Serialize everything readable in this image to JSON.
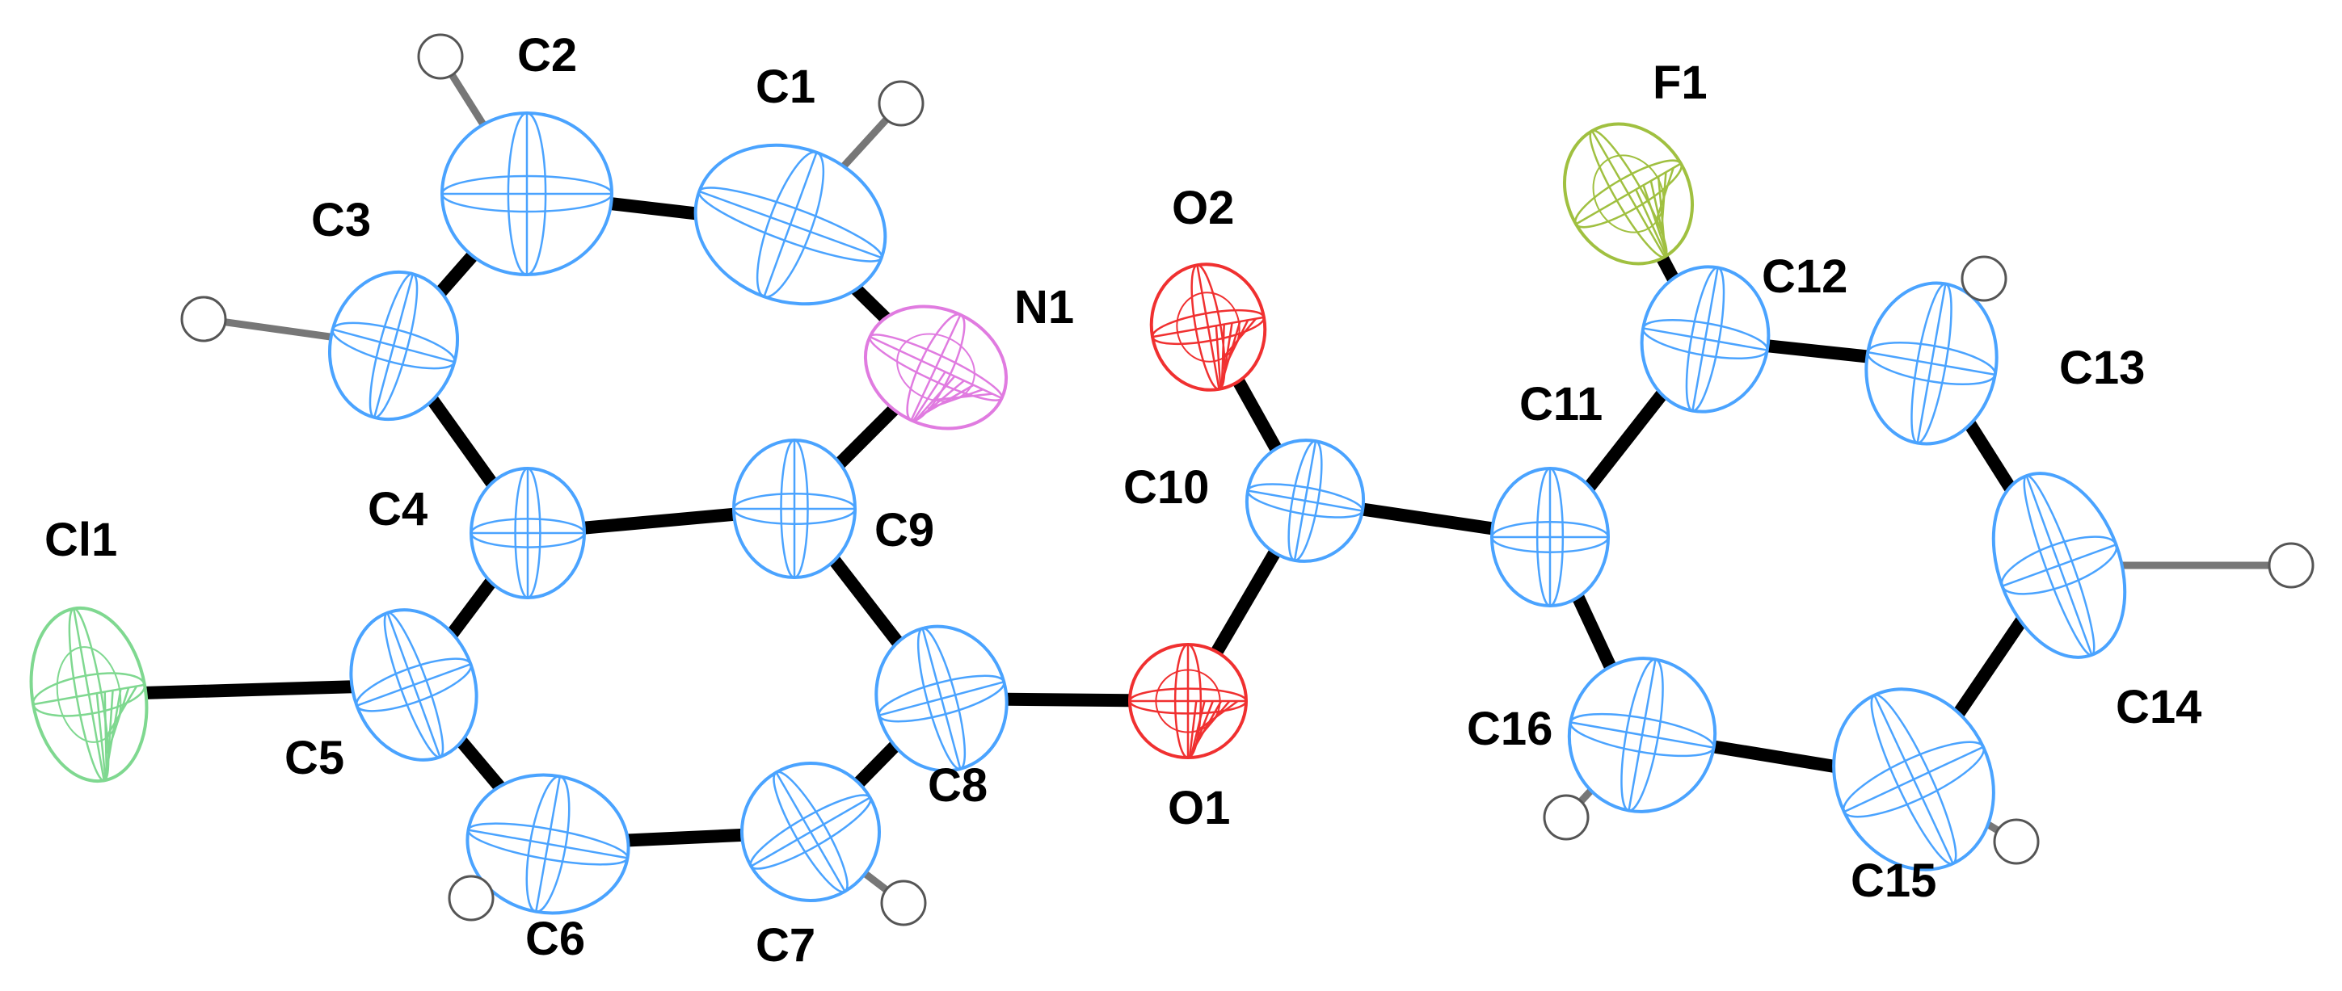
{
  "colors": {
    "carbon": "#4aa3ff",
    "nitrogen": "#e07be0",
    "oxygen": "#f03030",
    "fluorine": "#a0c040",
    "chlorine": "#7fd890",
    "hydrogen": "#ffffff",
    "bond": "#000000",
    "label": "#000000"
  },
  "atoms": [
    {
      "id": "Cl1",
      "label": "Cl1",
      "element": "chlorine"
    },
    {
      "id": "C1",
      "label": "C1",
      "element": "carbon"
    },
    {
      "id": "C2",
      "label": "C2",
      "element": "carbon"
    },
    {
      "id": "C3",
      "label": "C3",
      "element": "carbon"
    },
    {
      "id": "C4",
      "label": "C4",
      "element": "carbon"
    },
    {
      "id": "C5",
      "label": "C5",
      "element": "carbon"
    },
    {
      "id": "C6",
      "label": "C6",
      "element": "carbon"
    },
    {
      "id": "C7",
      "label": "C7",
      "element": "carbon"
    },
    {
      "id": "C8",
      "label": "C8",
      "element": "carbon"
    },
    {
      "id": "C9",
      "label": "C9",
      "element": "carbon"
    },
    {
      "id": "N1",
      "label": "N1",
      "element": "nitrogen"
    },
    {
      "id": "O1",
      "label": "O1",
      "element": "oxygen"
    },
    {
      "id": "O2",
      "label": "O2",
      "element": "oxygen"
    },
    {
      "id": "C10",
      "label": "C10",
      "element": "carbon"
    },
    {
      "id": "C11",
      "label": "C11",
      "element": "carbon"
    },
    {
      "id": "C12",
      "label": "C12",
      "element": "carbon"
    },
    {
      "id": "F1",
      "label": "F1",
      "element": "fluorine"
    },
    {
      "id": "C13",
      "label": "C13",
      "element": "carbon"
    },
    {
      "id": "C14",
      "label": "C14",
      "element": "carbon"
    },
    {
      "id": "C15",
      "label": "C15",
      "element": "carbon"
    },
    {
      "id": "C16",
      "label": "C16",
      "element": "carbon"
    }
  ],
  "bonds": [
    [
      "Cl1",
      "C5"
    ],
    [
      "C5",
      "C4"
    ],
    [
      "C5",
      "C6"
    ],
    [
      "C4",
      "C3"
    ],
    [
      "C4",
      "C9"
    ],
    [
      "C3",
      "C2"
    ],
    [
      "C2",
      "C1"
    ],
    [
      "C1",
      "N1"
    ],
    [
      "N1",
      "C9"
    ],
    [
      "C9",
      "C8"
    ],
    [
      "C8",
      "C7"
    ],
    [
      "C7",
      "C6"
    ],
    [
      "C8",
      "O1"
    ],
    [
      "O1",
      "C10"
    ],
    [
      "C10",
      "O2"
    ],
    [
      "C10",
      "C11"
    ],
    [
      "C11",
      "C12"
    ],
    [
      "C11",
      "C16"
    ],
    [
      "C12",
      "F1"
    ],
    [
      "C12",
      "C13"
    ],
    [
      "C13",
      "C14"
    ],
    [
      "C14",
      "C15"
    ],
    [
      "C15",
      "C16"
    ]
  ],
  "hydrogens": [
    "C1",
    "C2",
    "C3",
    "C6",
    "C7",
    "C13",
    "C14",
    "C15",
    "C16"
  ]
}
